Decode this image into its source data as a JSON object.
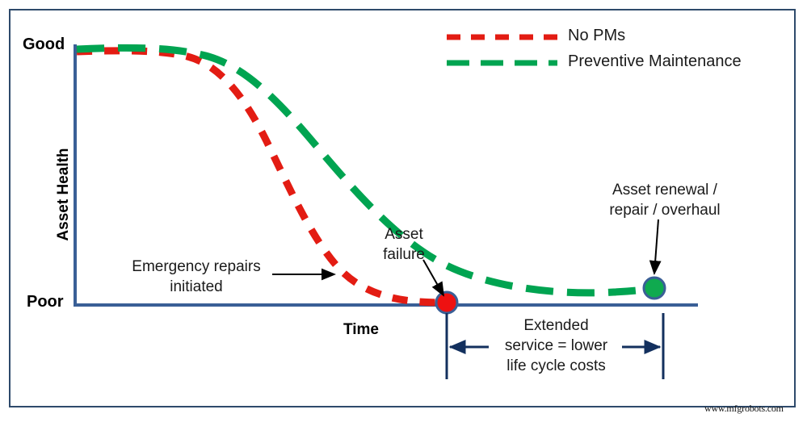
{
  "chart_data": {
    "type": "line",
    "title": "",
    "xlabel": "Time",
    "ylabel": "Asset Health",
    "y_tick_labels": [
      "Good",
      "Poor"
    ],
    "ylim": [
      0,
      100
    ],
    "grid": false,
    "legend_position": "top-right",
    "series": [
      {
        "name": "No PMs",
        "color": "#e31c13",
        "dash": "short",
        "x": [
          0,
          8,
          16,
          22,
          28,
          34,
          40,
          46,
          52,
          58,
          64,
          70,
          76,
          82,
          88,
          94,
          100
        ],
        "y": [
          98,
          97,
          96,
          93,
          86,
          76,
          64,
          52,
          40,
          30,
          22,
          15,
          10,
          6,
          4,
          2,
          1
        ],
        "end_marker": {
          "label": "Asset failure",
          "color": "#e31c13",
          "x": 100,
          "y": 0
        }
      },
      {
        "name": "Preventive Maintenance",
        "color": "#00a451",
        "dash": "long",
        "x": [
          0,
          10,
          20,
          30,
          40,
          50,
          60,
          70,
          80,
          90,
          100,
          115,
          130,
          145,
          160,
          175
        ],
        "y": [
          98,
          98,
          97,
          94,
          88,
          79,
          68,
          56,
          44,
          34,
          26,
          17,
          11,
          7,
          5,
          4
        ],
        "end_marker": {
          "label": "Asset renewal / repair / overhaul",
          "color": "#00a451",
          "x": 175,
          "y": 4
        }
      }
    ],
    "annotations": [
      {
        "id": "emergency",
        "text": "Emergency repairs initiated",
        "target": "no-pms-curve",
        "arrow": "right"
      },
      {
        "id": "failure",
        "text": "Asset failure",
        "target": "red-end-marker",
        "arrow": "down-right"
      },
      {
        "id": "renewal",
        "text": "Asset renewal / repair / overhaul",
        "target": "green-end-marker",
        "arrow": "down"
      },
      {
        "id": "extended",
        "text": "Extended service = lower life cycle costs",
        "target": "span-between-markers",
        "arrow": "double"
      }
    ]
  },
  "axes": {
    "y_top_label": "Good",
    "y_bottom_label": "Poor",
    "y_title": "Asset Health",
    "x_title": "Time",
    "axis_color": "#3a5f96"
  },
  "legend": {
    "items": [
      {
        "label": "No PMs",
        "color": "#e31c13",
        "style": "short-dash"
      },
      {
        "label": "Preventive Maintenance",
        "color": "#00a451",
        "style": "long-dash"
      }
    ]
  },
  "annotations": {
    "emergency_repairs": {
      "line1": "Emergency repairs",
      "line2": "initiated"
    },
    "asset_failure": {
      "line1": "Asset",
      "line2": "failure"
    },
    "asset_renewal": {
      "line1": "Asset renewal /",
      "line2": "repair / overhaul"
    },
    "extended_service": {
      "line1": "Extended",
      "line2": "service = lower",
      "line3": "life cycle costs"
    }
  },
  "markers": {
    "failure_point": {
      "fill": "#ee1111",
      "stroke": "#3a5f96"
    },
    "renewal_point": {
      "fill": "#0faa4f",
      "stroke": "#3a5f96"
    }
  },
  "colors": {
    "border": "#2e4a6b",
    "axis": "#3a5f96",
    "red": "#e31c13",
    "green": "#00a451",
    "text": "#1a1a1a",
    "arrow_dark": "#0d1b3e"
  },
  "watermark": {
    "text": "www.mfgrobots.com"
  }
}
